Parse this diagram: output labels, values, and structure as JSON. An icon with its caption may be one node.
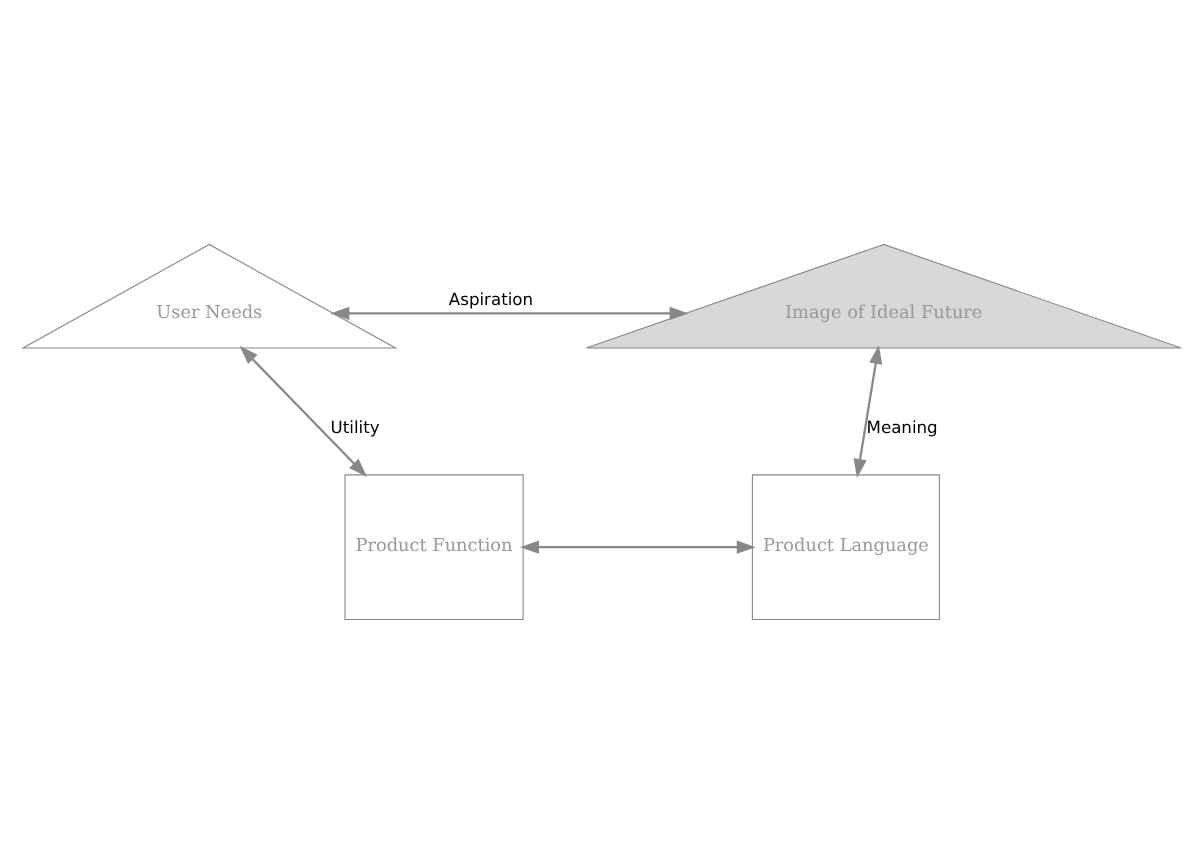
{
  "diagram": {
    "nodes": [
      {
        "text": [
          "User Needs"
        ]
      },
      {
        "text": [
          "Image of Ideal Future"
        ]
      },
      {
        "text": [
          "Product Function"
        ]
      },
      {
        "text": [
          "Product Language"
        ]
      }
    ],
    "edges": [
      {
        "from": 0,
        "to": 1,
        "arrow": "both",
        "label": "Aspiration"
      },
      {
        "from": 0,
        "to": 2,
        "arrow": "both",
        "label": "Utility"
      },
      {
        "from": 1,
        "to": 3,
        "arrow": "both",
        "label": "Meaning"
      },
      {
        "from": 2,
        "to": 3,
        "arrow": "both"
      }
    ]
  }
}
